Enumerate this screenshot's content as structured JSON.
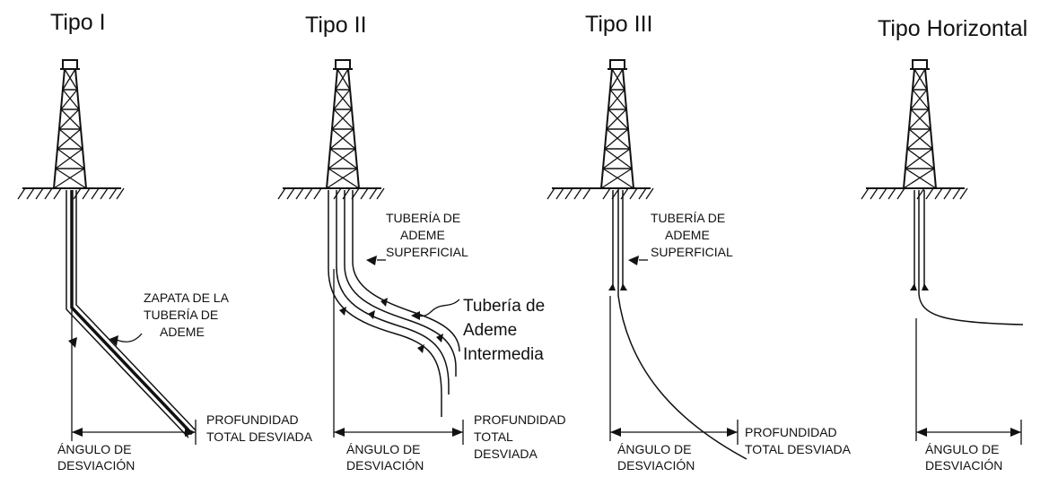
{
  "panels": [
    {
      "title": "Tipo I",
      "labels": {
        "shoe": [
          "ZAPATA DE LA",
          "TUBERÍA DE",
          "ADEME"
        ],
        "depth": [
          "PROFUNDIDAD",
          "TOTAL DESVIADA"
        ],
        "angle": [
          "ÁNGULO DE",
          "DESVIACIÓN"
        ]
      }
    },
    {
      "title": "Tipo II",
      "labels": {
        "surface_casing": [
          "TUBERÍA DE",
          "ADEME",
          "SUPERFICIAL"
        ],
        "intermediate_casing": [
          "Tubería de",
          "Ademe",
          "Intermedia"
        ],
        "depth": [
          "PROFUNDIDAD",
          "TOTAL",
          "DESVIADA"
        ],
        "angle": [
          "ÁNGULO DE",
          "DESVIACIÓN"
        ]
      }
    },
    {
      "title": "Tipo III",
      "labels": {
        "surface_casing": [
          "TUBERÍA DE",
          "ADEME",
          "SUPERFICIAL"
        ],
        "depth": [
          "PROFUNDIDAD",
          "TOTAL DESVIADA"
        ],
        "angle": [
          "ÁNGULO DE",
          "DESVIACIÓN"
        ]
      }
    },
    {
      "title": "Tipo Horizontal",
      "labels": {
        "angle": [
          "ÁNGULO DE",
          "DESVIACIÓN"
        ]
      }
    }
  ],
  "colors": {
    "line": "#111111",
    "background": "#ffffff"
  },
  "icons": [
    "drilling-rig-icon",
    "ground-hatch"
  ]
}
